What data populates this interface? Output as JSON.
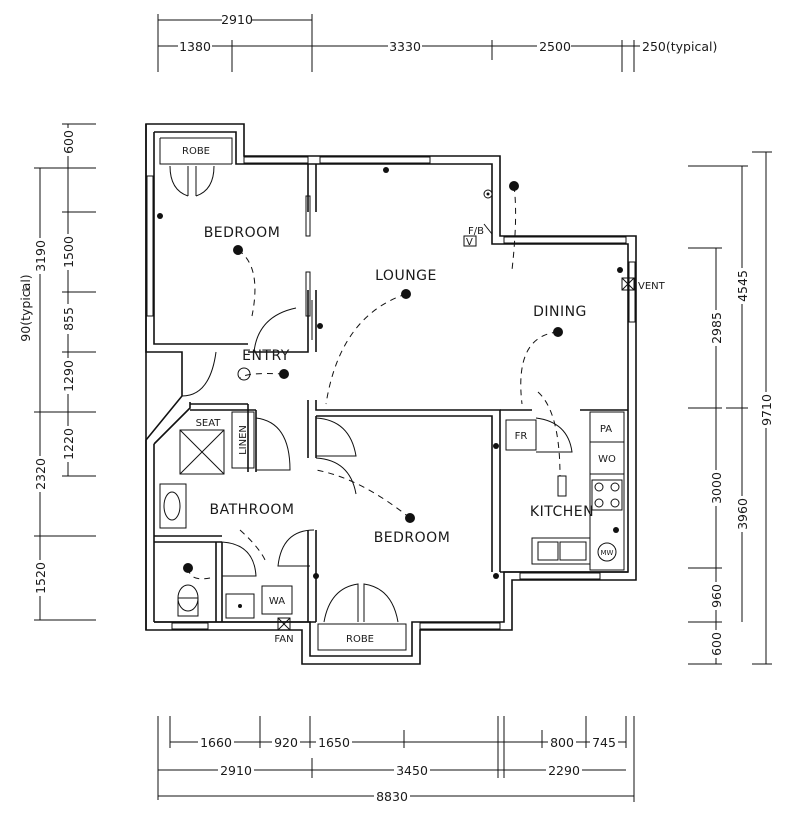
{
  "rooms": {
    "bedroom1": "BEDROOM",
    "robe1": "ROBE",
    "lounge": "LOUNGE",
    "dining": "DINING",
    "entry": "ENTRY",
    "seat": "SEAT",
    "linen": "LINEN",
    "bathroom": "BATHROOM",
    "bedroom2": "BEDROOM",
    "robe2": "ROBE",
    "kitchen": "KITCHEN"
  },
  "fixtures": {
    "fb": "F/B",
    "v": "V",
    "vent": "VENT",
    "fr": "FR",
    "pa": "PA",
    "wo": "WO",
    "mw": "MW",
    "wa": "WA",
    "fan": "FAN"
  },
  "dimensions": {
    "top_row1": [
      "2910"
    ],
    "top_row2": [
      "1380",
      "3330",
      "2500",
      "250(typical)"
    ],
    "left_outer": [
      "3190",
      "2320",
      "1520"
    ],
    "left_inner": [
      "600",
      "1500",
      "855",
      "1290",
      "1220"
    ],
    "left_typical": "90(typical)",
    "right_inner": [
      "2985",
      "3000",
      "960",
      "600"
    ],
    "right_mid": [
      "4545",
      "3960"
    ],
    "right_outer": "9710",
    "bottom_row1": [
      "1660",
      "920",
      "1650",
      "800",
      "745"
    ],
    "bottom_row2": [
      "2910",
      "3450",
      "2290"
    ],
    "bottom_total": "8830"
  }
}
